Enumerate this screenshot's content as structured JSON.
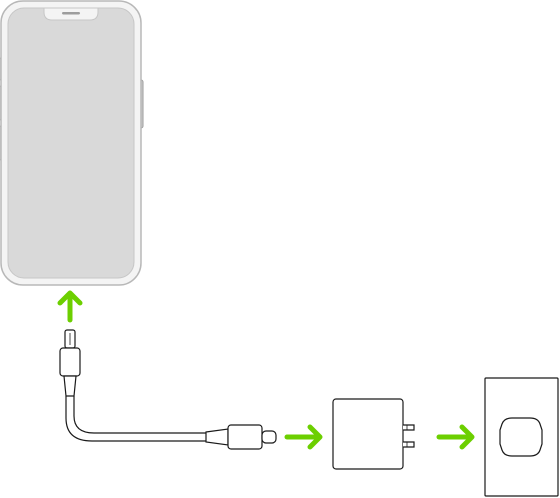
{
  "diagram": {
    "description_items": [
      "iphone",
      "lightning-connector",
      "usb-c-cable",
      "power-adapter",
      "wall-outlet"
    ],
    "colors": {
      "arrow": "#6ccf00",
      "outline": "#1a1a1a",
      "screen": "#d9d9d9",
      "device_body": "#f4f4f4",
      "device_frame": "#bdbdbd"
    },
    "icons": [
      "up-arrow-icon",
      "right-arrow-icon",
      "right-arrow-icon"
    ]
  }
}
